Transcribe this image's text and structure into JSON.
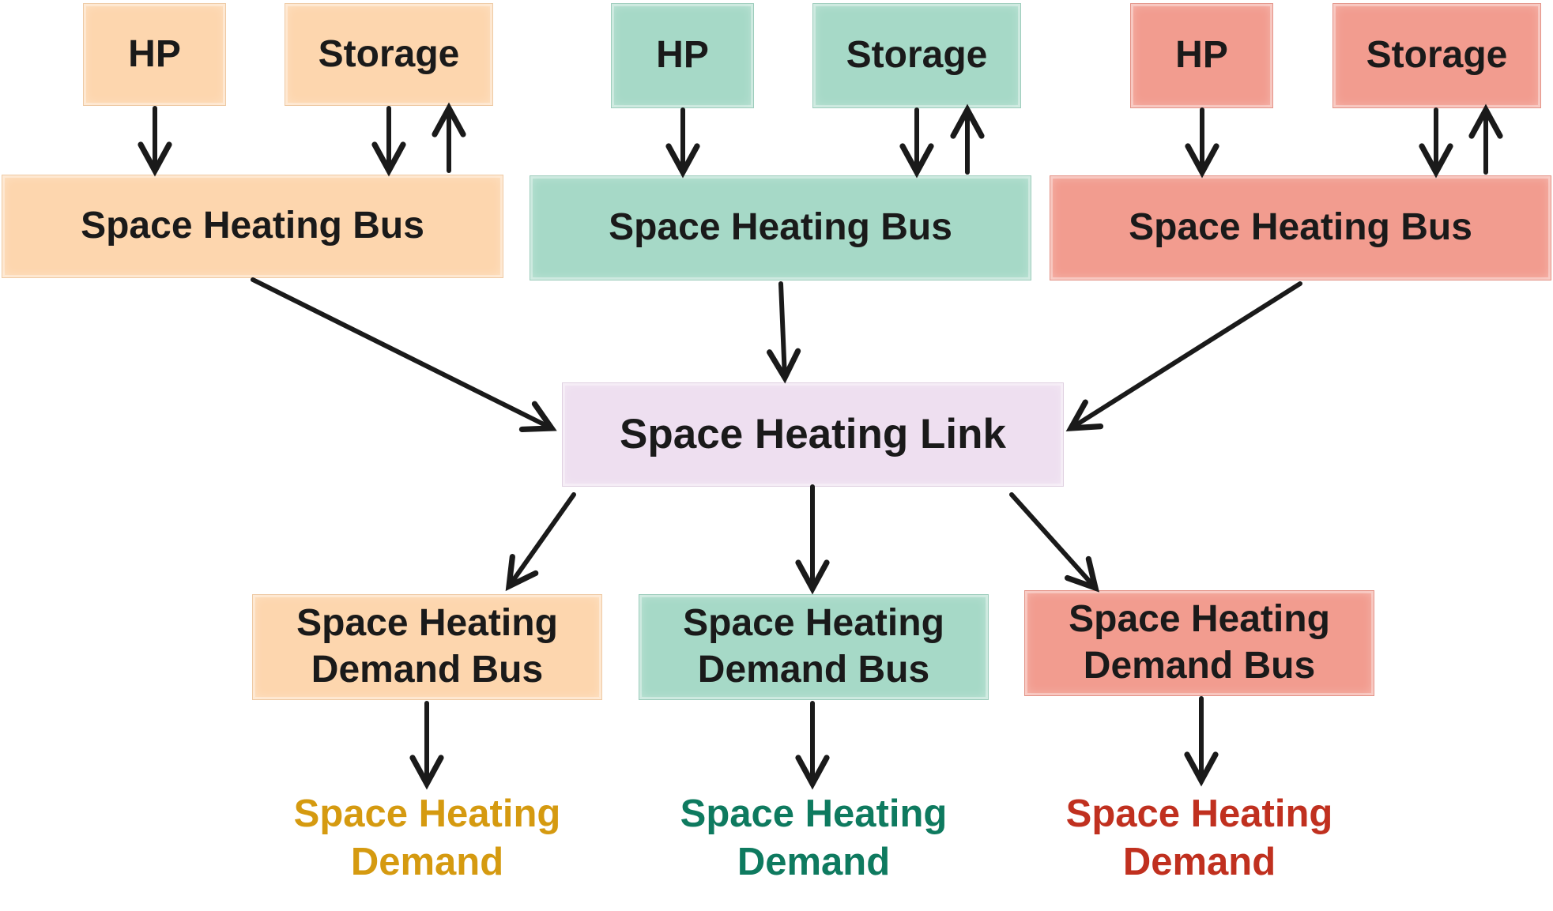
{
  "colors": {
    "orange": "#fdd6ae",
    "teal": "#a6d9c7",
    "red": "#f29c8f",
    "purple": "#eedff0",
    "orange_text": "#d59a10",
    "teal_text": "#0e7a5f",
    "red_text": "#c0301f",
    "arrow": "#1a1a1a"
  },
  "groups": [
    {
      "hp": "HP",
      "storage": "Storage",
      "bus": "Space Heating Bus",
      "demand_bus": "Space Heating\nDemand Bus",
      "demand": "Space Heating\nDemand"
    },
    {
      "hp": "HP",
      "storage": "Storage",
      "bus": "Space Heating Bus",
      "demand_bus": "Space Heating\nDemand Bus",
      "demand": "Space Heating\nDemand"
    },
    {
      "hp": "HP",
      "storage": "Storage",
      "bus": "Space Heating Bus",
      "demand_bus": "Space Heating\nDemand Bus",
      "demand": "Space Heating\nDemand"
    }
  ],
  "link": "Space Heating Link"
}
